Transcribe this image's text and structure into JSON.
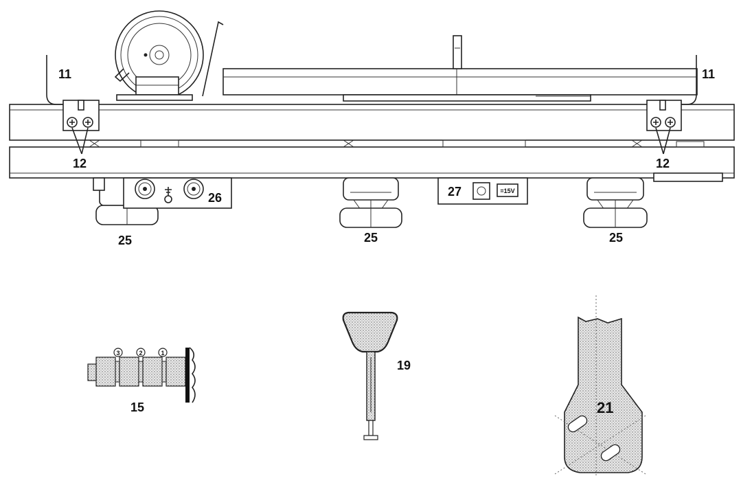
{
  "labels": {
    "11_left": "11",
    "11_right": "11",
    "12_left": "12",
    "12_right": "12",
    "25_left": "25",
    "25_mid": "25",
    "25_right": "25",
    "26": "26",
    "27": "27",
    "dc_badge": "=15V",
    "15": "15",
    "19": "19",
    "21": "21",
    "ring_3": "3",
    "ring_2": "2",
    "ring_1": "1"
  }
}
